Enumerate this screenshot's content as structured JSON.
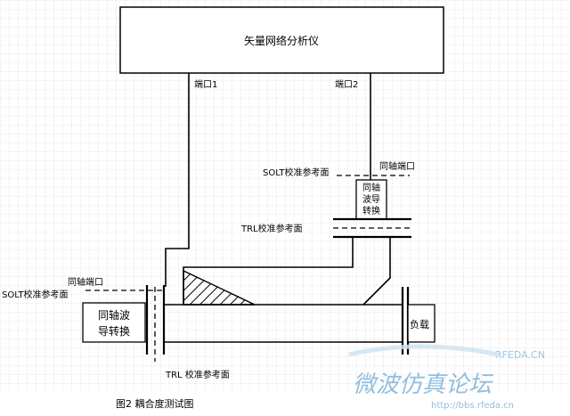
{
  "vna_title": "矢量网络分析仪",
  "port1_label": "端口1",
  "port2_label": "端口2",
  "coax_port_right": "同轴端口",
  "solt_ref_right": "SOLT校准参考面",
  "adapter_right_label": [
    "同轴",
    "波导",
    "转换"
  ],
  "trl_ref_right": "TRL校准参考面",
  "coax_port_left": "同轴端口",
  "solt_ref_left": "SOLT校准参考面",
  "adapter_left_label": [
    "同轴波",
    "导转换"
  ],
  "load_label": "负载",
  "trl_ref_bottom": "TRL 校准参考面",
  "figure_caption": "图2   耦合度测试图",
  "watermark": {
    "site": "RFEDA.CN",
    "forum": "微波仿真论坛",
    "url": "http://bbs.rfeda.cn",
    "color": "#7fb3d9"
  }
}
